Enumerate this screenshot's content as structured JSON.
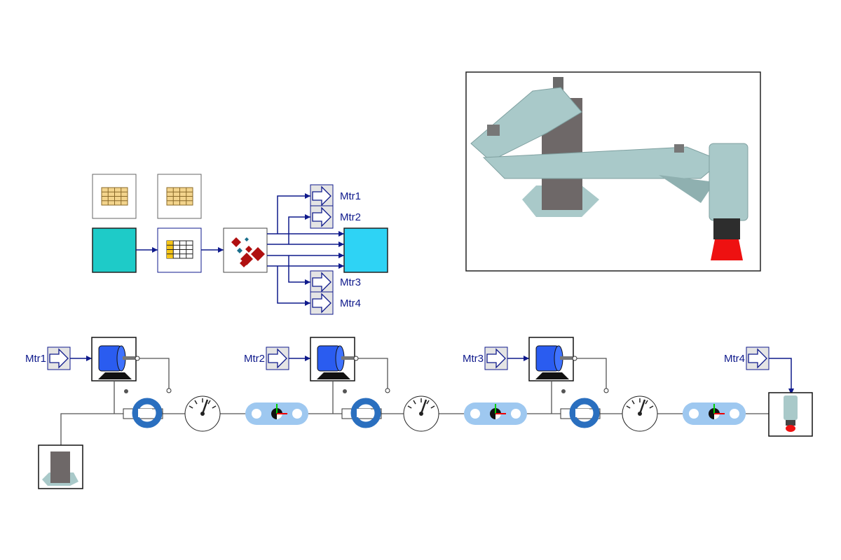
{
  "colors": {
    "signal_line": "#0f1a8c",
    "mech_line": "#555555",
    "source_block": "#1ecbc8",
    "target_block": "#2ed3f5",
    "motor": "#2a5cf0",
    "bearing": "#2a6fbf",
    "sensor_pill": "#9ec8f0",
    "arm": "#a9c9c9",
    "column": "#6e6868",
    "gripper": "#ee1111"
  },
  "signal_outputs": [
    "Mtr1",
    "Mtr2",
    "Mtr3",
    "Mtr4"
  ],
  "drive_inputs": [
    "Mtr1",
    "Mtr2",
    "Mtr3",
    "Mtr4"
  ],
  "icons": {
    "table_block": "table-icon",
    "data_source": "table-icon",
    "demux": "diamonds-icon",
    "motor": "motor-icon",
    "bearing": "bearing-icon",
    "gauge": "gauge-icon",
    "sensor": "frame-sensor-icon",
    "base": "robot-base-icon",
    "gripper": "gripper-icon"
  }
}
